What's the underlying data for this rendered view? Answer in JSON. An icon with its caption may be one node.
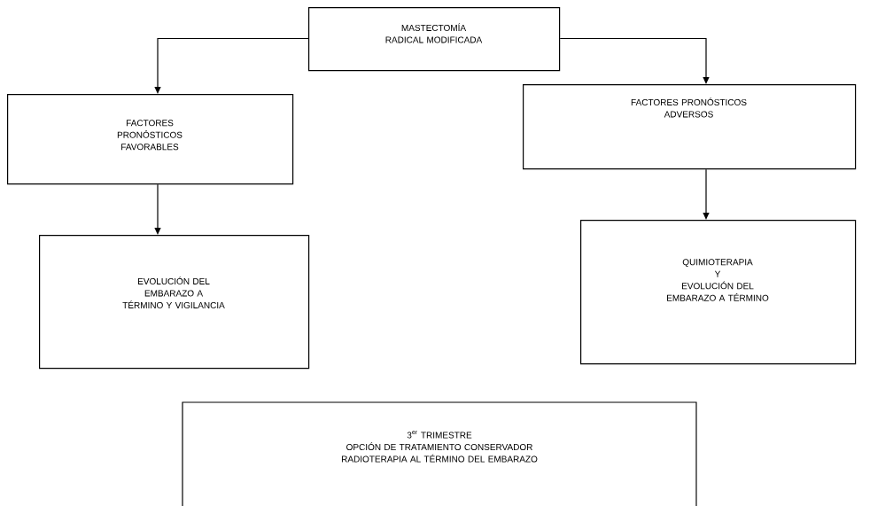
{
  "diagram": {
    "nodes": [
      {
        "text": [
          "MASTECTOMÍA RADICAL MODIFICADA"
        ]
      },
      {
        "text": [
          "FACTORES PRONÓSTICOS FAVORABLES"
        ]
      },
      {
        "text": [
          "FACTORES PRONÓSTICOS ADVERSOS"
        ]
      },
      {
        "text": [
          "EVOLUCIÓN DEL EMBARAZO A TÉRMINO Y VIGILANCIA"
        ]
      },
      {
        "text": [
          "QUIMIOTERAPIA",
          "Y",
          "EVOLUCIÓN DEL EMBARAZO A TÉRMINO"
        ]
      },
      {
        "text": [
          "\\mbox{3}^{\\mbox{\\scriptsize er}}\\ \\mbox{TRIMESTRE}",
          "OPCIÓN DE TRATAMIENTO CONSERVADOR",
          "RADIOTERAPIA AL TÉRMINO DEL EMBARAZO"
        ]
      }
    ],
    "edges": [
      {
        "from": 0,
        "to": 1,
        "arrow": "to"
      },
      {
        "from": 0,
        "to": 2,
        "arrow": "to"
      },
      {
        "from": 1,
        "to": 3,
        "arrow": "to"
      },
      {
        "from": 2,
        "to": 4,
        "arrow": "to"
      }
    ]
  }
}
